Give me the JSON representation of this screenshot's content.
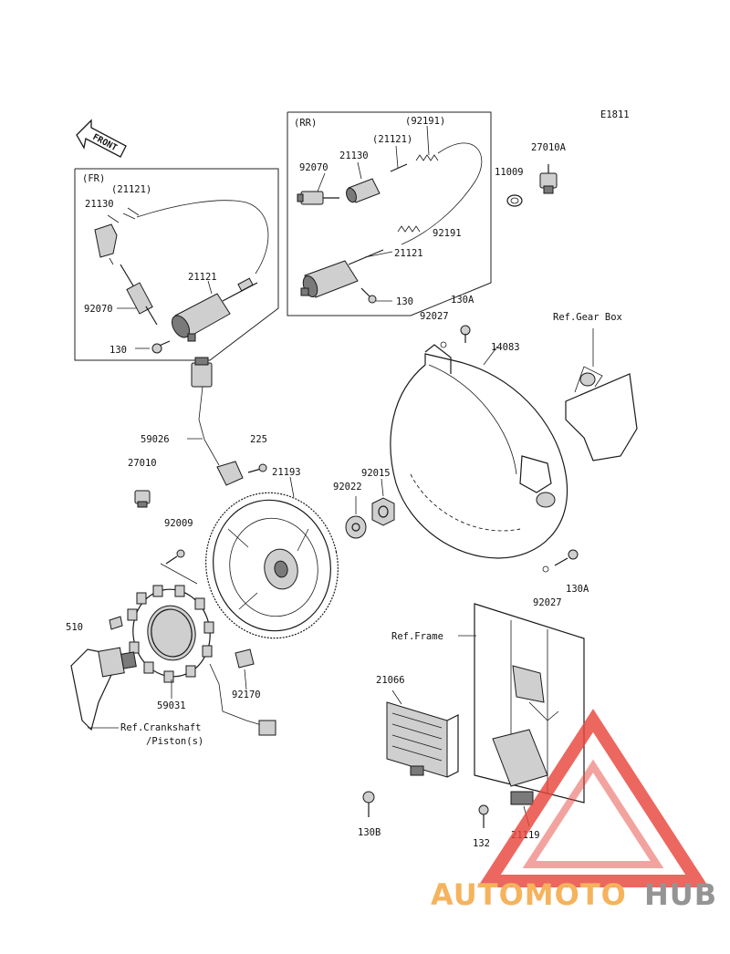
{
  "diagram_code": "E1811",
  "front_label": "FRONT",
  "groups": {
    "fr": "(FR)",
    "rr": "(RR)"
  },
  "refs": {
    "gear_box": "Ref.Gear Box",
    "frame": "Ref.Frame",
    "crankshaft_line1": "Ref.Crankshaft",
    "crankshaft_line2": "/Piston(s)"
  },
  "labels": {
    "fr_21121_paren": "(21121)",
    "fr_21130": "21130",
    "fr_21121": "21121",
    "fr_92070": "92070",
    "fr_130": "130",
    "rr_92191_paren": "(92191)",
    "rr_21121_paren": "(21121)",
    "rr_21130": "21130",
    "rr_92070": "92070",
    "rr_92191": "92191",
    "rr_21121": "21121",
    "rr_130": "130",
    "p11009": "11009",
    "p27010a": "27010A",
    "p130a_top": "130A",
    "p92027_top": "92027",
    "p14083": "14083",
    "p59026": "59026",
    "p225": "225",
    "p21193": "21193",
    "p27010": "27010",
    "p92022": "92022",
    "p92015": "92015",
    "p92009": "92009",
    "p130a_bottom": "130A",
    "p92027_bottom": "92027",
    "p510": "510",
    "p59031": "59031",
    "p92170": "92170",
    "p21066": "21066",
    "p130b": "130B",
    "p132": "132",
    "p21119": "21119"
  },
  "watermark": {
    "part1": "AUTOMOTO",
    "part2": "HUB"
  },
  "colors": {
    "watermark_red": "#e8463c",
    "watermark_orange": "#f3a33a",
    "watermark_grey": "#7d7d7d",
    "line": "#1a1a1a"
  }
}
